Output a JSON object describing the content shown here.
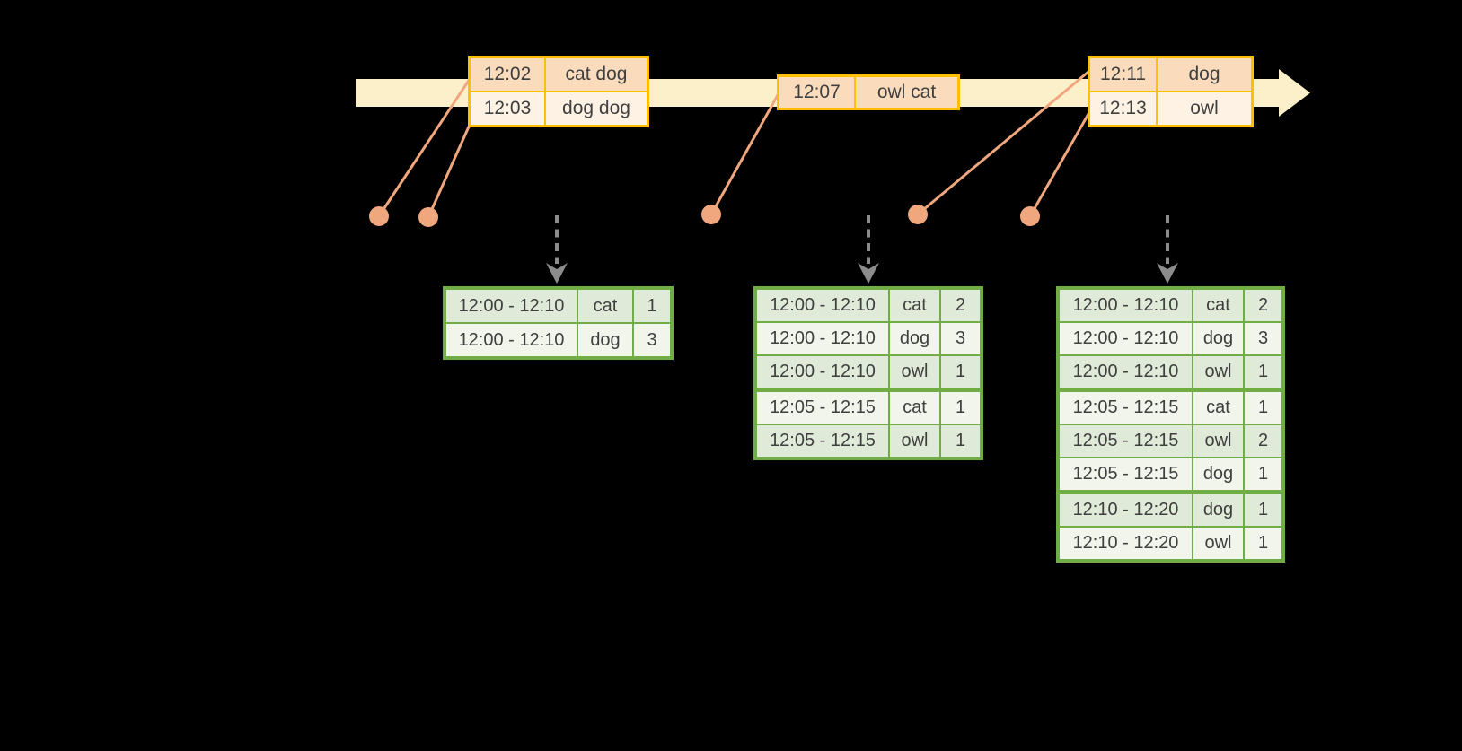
{
  "diagram": {
    "name": "windowed-grouped-aggregation-over-event-time",
    "colors": {
      "background": "#000000",
      "timeline_fill": "#FCF0CB",
      "event_table_border": "#FFC003",
      "event_row_dark": "#FADCBD",
      "event_row_light": "#FDF2E4",
      "connector_and_dot": "#F1A77E",
      "trigger_arrow_gray": "#8C8C8C",
      "result_table_border": "#70AD47",
      "result_row_tint": "#E0EAD8",
      "result_row_light": "#F1F5EC",
      "text": "#3F3F3F"
    },
    "event_tables": [
      {
        "rows": [
          {
            "time": "12:02",
            "words": "cat dog"
          },
          {
            "time": "12:03",
            "words": "dog dog"
          }
        ]
      },
      {
        "rows": [
          {
            "time": "12:07",
            "words": "owl cat"
          }
        ]
      },
      {
        "rows": [
          {
            "time": "12:11",
            "words": "dog"
          },
          {
            "time": "12:13",
            "words": "owl"
          }
        ]
      }
    ],
    "result_tables": [
      {
        "rows": [
          {
            "window": "12:00 - 12:10",
            "word": "cat",
            "count": "1"
          },
          {
            "window": "12:00 - 12:10",
            "word": "dog",
            "count": "3"
          }
        ]
      },
      {
        "rows": [
          {
            "window": "12:00 - 12:10",
            "word": "cat",
            "count": "2"
          },
          {
            "window": "12:00 - 12:10",
            "word": "dog",
            "count": "3"
          },
          {
            "window": "12:00 - 12:10",
            "word": "owl",
            "count": "1"
          },
          {
            "window": "12:05 - 12:15",
            "word": "cat",
            "count": "1"
          },
          {
            "window": "12:05 - 12:15",
            "word": "owl",
            "count": "1"
          }
        ]
      },
      {
        "rows": [
          {
            "window": "12:00 - 12:10",
            "word": "cat",
            "count": "2"
          },
          {
            "window": "12:00 - 12:10",
            "word": "dog",
            "count": "3"
          },
          {
            "window": "12:00 - 12:10",
            "word": "owl",
            "count": "1"
          },
          {
            "window": "12:05 - 12:15",
            "word": "cat",
            "count": "1"
          },
          {
            "window": "12:05 - 12:15",
            "word": "owl",
            "count": "2"
          },
          {
            "window": "12:05 - 12:15",
            "word": "dog",
            "count": "1"
          },
          {
            "window": "12:10 - 12:20",
            "word": "dog",
            "count": "1"
          },
          {
            "window": "12:10 - 12:20",
            "word": "owl",
            "count": "1"
          }
        ]
      }
    ]
  }
}
